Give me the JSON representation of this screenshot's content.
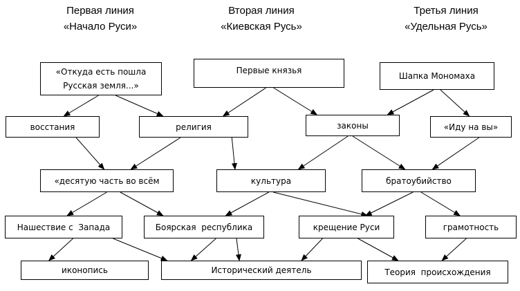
{
  "headings": [
    {
      "line": "Первая линия",
      "subtitle": "«Начало Руси»"
    },
    {
      "line": "Вторая линия",
      "subtitle": "«Киевская Русь»"
    },
    {
      "line": "Третья линия",
      "subtitle": "«Удельная Русь»"
    }
  ],
  "nodes": {
    "otkuda": "«Откуда есть пошла Русская земля...»",
    "pervye_knyazya": "Первые князья",
    "shapka": "Шапка Мономаха",
    "vosstaniya": "восстания",
    "religiya": "религия",
    "zakony": "законы",
    "idu": "«Иду на вы»",
    "desyatuyu": "«десятую часть во всём",
    "kultura": "культура",
    "bratoubiystvo": "братоубийство",
    "nashestvie": "Нашествие с  Запада",
    "boyarskaya": "Боярская  республика",
    "kreshchenie": "крещение Руси",
    "gramotnost": "грамотность",
    "ikonopis": "иконопись",
    "istoricheskiy": "Исторический деятель",
    "teoriya": "Теория  происхождения"
  },
  "edges": [
    [
      "otkuda",
      "vosstaniya"
    ],
    [
      "otkuda",
      "religiya"
    ],
    [
      "pervye_knyazya",
      "religiya"
    ],
    [
      "pervye_knyazya",
      "zakony"
    ],
    [
      "shapka",
      "zakony"
    ],
    [
      "shapka",
      "idu"
    ],
    [
      "vosstaniya",
      "desyatuyu"
    ],
    [
      "religiya",
      "desyatuyu"
    ],
    [
      "religiya",
      "kultura"
    ],
    [
      "zakony",
      "kultura"
    ],
    [
      "zakony",
      "bratoubiystvo"
    ],
    [
      "idu",
      "bratoubiystvo"
    ],
    [
      "desyatuyu",
      "nashestvie"
    ],
    [
      "desyatuyu",
      "boyarskaya"
    ],
    [
      "kultura",
      "boyarskaya"
    ],
    [
      "kultura",
      "kreshchenie"
    ],
    [
      "bratoubiystvo",
      "kreshchenie"
    ],
    [
      "bratoubiystvo",
      "gramotnost"
    ],
    [
      "nashestvie",
      "ikonopis"
    ],
    [
      "nashestvie",
      "istoricheskiy"
    ],
    [
      "boyarskaya",
      "istoricheskiy"
    ],
    [
      "boyarskaya",
      "istoricheskiy"
    ],
    [
      "kreshchenie",
      "istoricheskiy"
    ],
    [
      "kreshchenie",
      "teoriya"
    ],
    [
      "gramotnost",
      "teoriya"
    ]
  ]
}
